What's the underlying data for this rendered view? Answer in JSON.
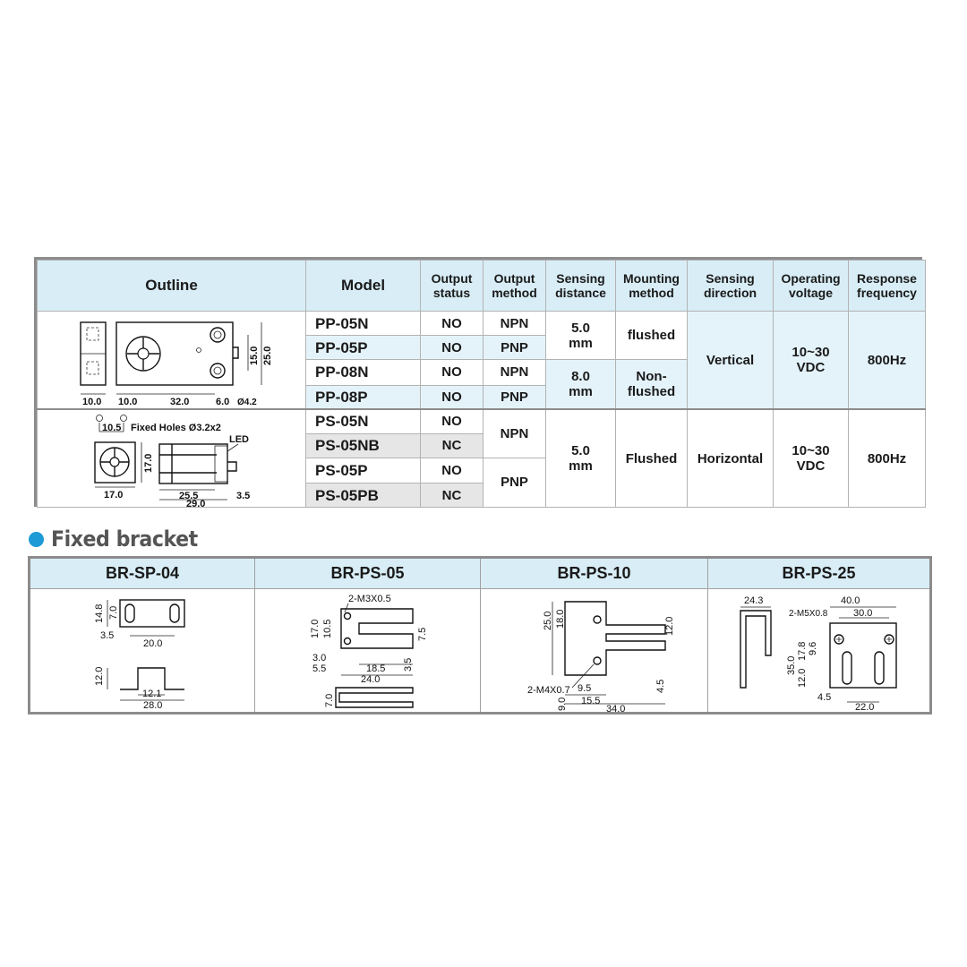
{
  "spec_table": {
    "headers": {
      "outline": "Outline",
      "model": "Model",
      "output_status": [
        "Output",
        "status"
      ],
      "output_method": [
        "Output",
        "method"
      ],
      "sensing_distance": [
        "Sensing",
        "distance"
      ],
      "mounting_method": [
        "Mounting",
        "method"
      ],
      "sensing_direction": [
        "Sensing",
        "direction"
      ],
      "operating_voltage": [
        "Operating",
        "voltage"
      ],
      "response_frequency": [
        "Response",
        "frequency"
      ]
    },
    "pp_group": {
      "rows": [
        {
          "model": "PP-05N",
          "status": "NO",
          "method": "NPN"
        },
        {
          "model": "PP-05P",
          "status": "NO",
          "method": "PNP"
        },
        {
          "model": "PP-08N",
          "status": "NO",
          "method": "NPN"
        },
        {
          "model": "PP-08P",
          "status": "NO",
          "method": "PNP"
        }
      ],
      "distance_a": [
        "5.0",
        "mm"
      ],
      "distance_b": [
        "8.0",
        "mm"
      ],
      "mounting_a": "flushed",
      "mounting_b": [
        "Non-",
        "flushed"
      ],
      "direction": "Vertical",
      "voltage": [
        "10~30",
        "VDC"
      ],
      "frequency": "800Hz",
      "drawing": {
        "dims": [
          "10.0",
          "10.0",
          "32.0",
          "6.0",
          "Ø4.2",
          "15.0",
          "25.0"
        ]
      }
    },
    "ps_group": {
      "rows": [
        {
          "model": "PS-05N",
          "status": "NO"
        },
        {
          "model": "PS-05NB",
          "status": "NC"
        },
        {
          "model": "PS-05P",
          "status": "NO"
        },
        {
          "model": "PS-05PB",
          "status": "NC"
        }
      ],
      "method_a": "NPN",
      "method_b": "PNP",
      "distance": [
        "5.0",
        "mm"
      ],
      "mounting": "Flushed",
      "direction": "Horizontal",
      "voltage": [
        "10~30",
        "VDC"
      ],
      "frequency": "800Hz",
      "drawing": {
        "fixed_holes": "Fixed Holes Ø3.2x2",
        "led": "LED",
        "dims": [
          "10.5",
          "17.0",
          "17.0",
          "25.5",
          "29.0",
          "3.5"
        ]
      }
    }
  },
  "section": {
    "title": "Fixed bracket",
    "accent": "#1e9ad6"
  },
  "brackets": [
    {
      "name": "BR-SP-04",
      "dims": [
        "14.8",
        "7.0",
        "3.5",
        "20.0",
        "12.0",
        "12.1",
        "28.0"
      ]
    },
    {
      "name": "BR-PS-05",
      "dims": [
        "2-M3X0.5",
        "17.0",
        "10.5",
        "7.5",
        "3.0",
        "5.5",
        "18.5",
        "3.5",
        "24.0",
        "7.0"
      ]
    },
    {
      "name": "BR-PS-10",
      "dims": [
        "25.0",
        "18.0",
        "12.0",
        "2-M4X0.7",
        "9.5",
        "15.5",
        "4.5",
        "34.0",
        "9.0"
      ]
    },
    {
      "name": "BR-PS-25",
      "dims": [
        "24.3",
        "40.0",
        "2-M5X0.8",
        "30.0",
        "17.8",
        "9.6",
        "35.0",
        "12.0",
        "4.5",
        "22.0"
      ]
    }
  ],
  "colors": {
    "header_bg": "#d8edf6",
    "row_blue": "#e4f3fa",
    "row_grey": "#e6e6e6",
    "border": "#8c8c8c"
  }
}
